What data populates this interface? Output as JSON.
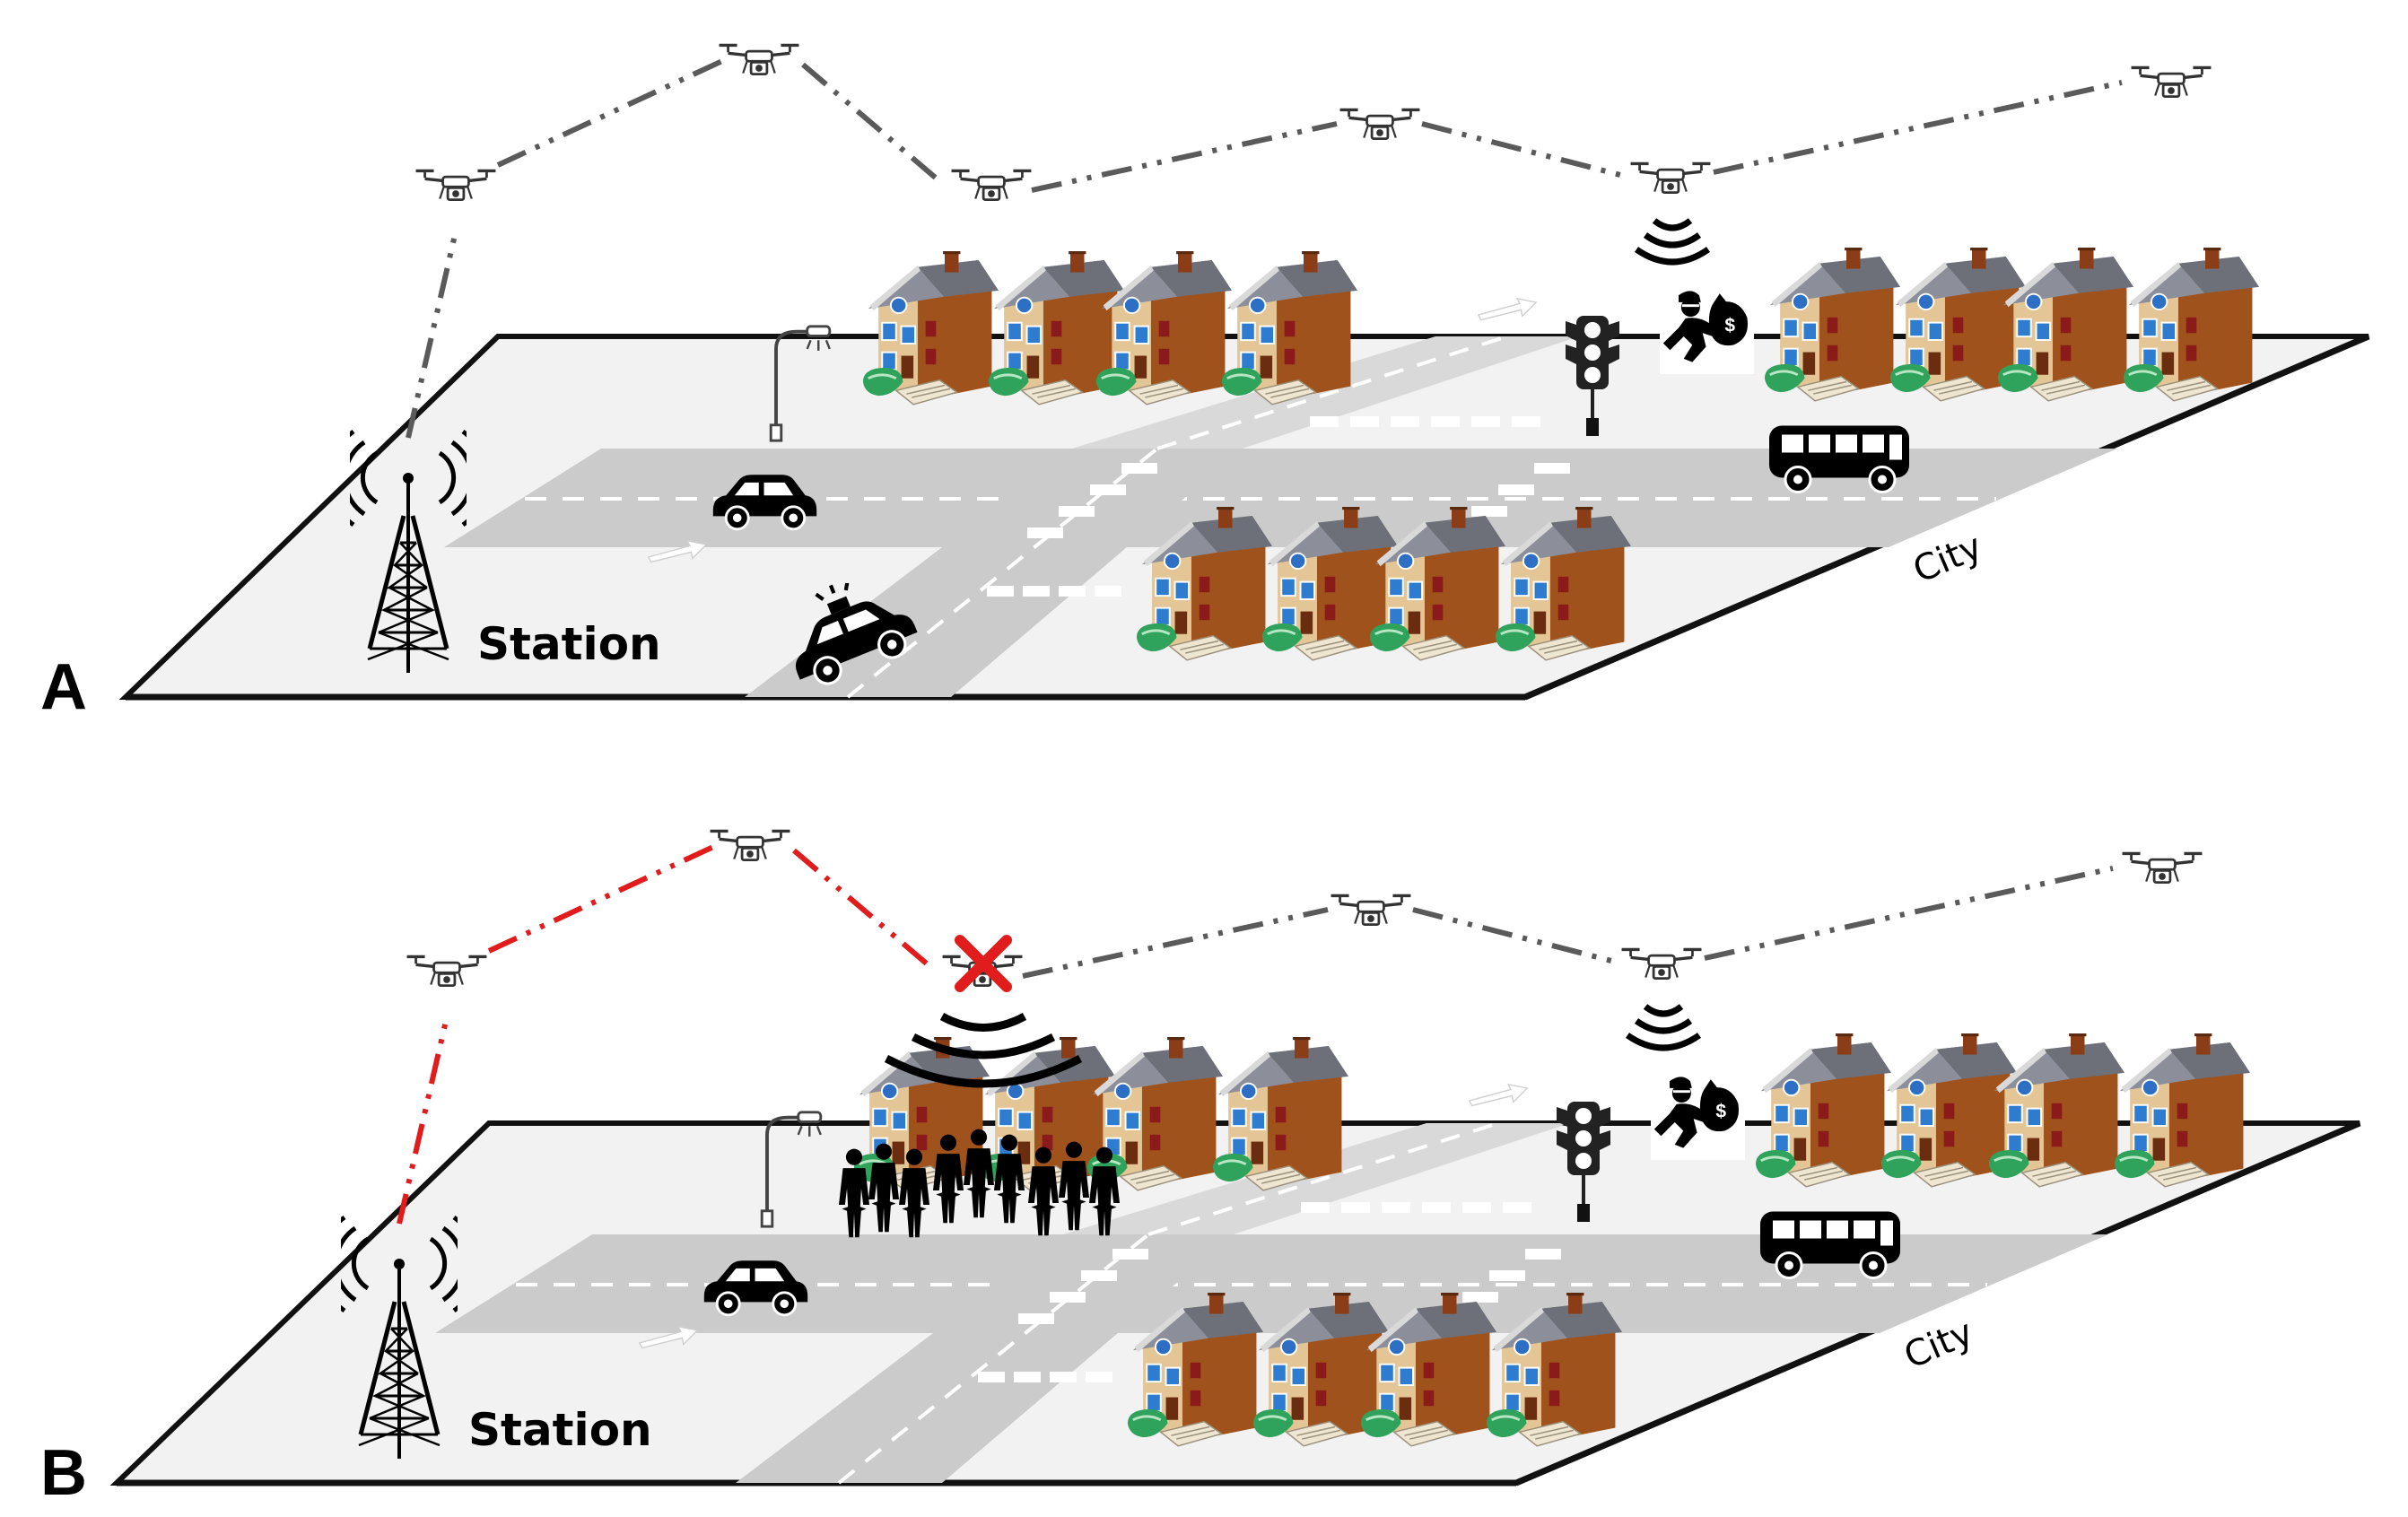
{
  "panels": [
    {
      "letter": "A",
      "station_label": "Station",
      "city_label": "City",
      "link_color": "#5a5a5a",
      "failed_link_color": "#e01c1c",
      "has_failed_drone": false,
      "has_crowd": false
    },
    {
      "letter": "B",
      "station_label": "Station",
      "city_label": "City",
      "link_color": "#5a5a5a",
      "failed_link_color": "#e01c1c",
      "has_failed_drone": true,
      "has_crowd": true
    }
  ],
  "icons": {
    "drone": "drone-icon",
    "tower": "radio-tower-icon",
    "thief": "thief-icon",
    "traffic_light": "traffic-light-icon",
    "street_lamp": "street-lamp-icon",
    "car": "car-icon",
    "police_car": "police-car-icon",
    "bus": "bus-icon",
    "house": "house-icon",
    "crowd": "crowd-icon",
    "failure_mark": "x-mark-icon"
  }
}
